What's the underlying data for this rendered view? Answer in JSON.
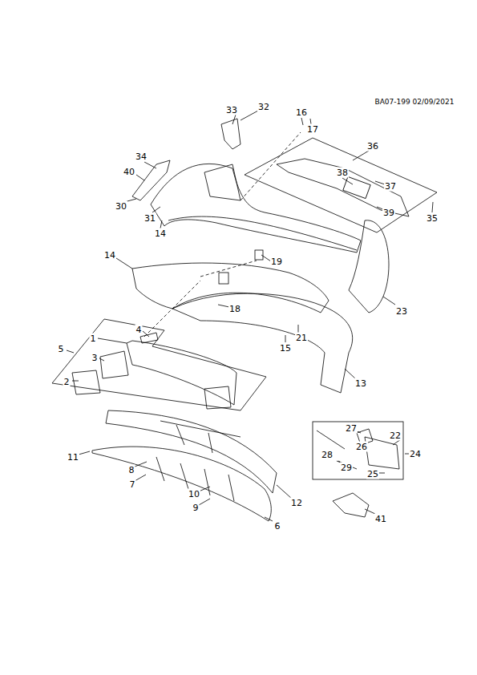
{
  "diagram": {
    "labels": [
      "BA07-199 02/09/2021",
      "33",
      "32",
      "16",
      "17",
      "36",
      "34",
      "40",
      "38",
      "37",
      "30",
      "39",
      "31",
      "35",
      "14",
      "14",
      "19",
      "18",
      "23",
      "1",
      "4",
      "21",
      "5",
      "15",
      "3",
      "13",
      "2",
      "27",
      "22",
      "26",
      "28",
      "24",
      "11",
      "29",
      "8",
      "25",
      "7",
      "10",
      "9",
      "12",
      "6",
      "41"
    ]
  }
}
